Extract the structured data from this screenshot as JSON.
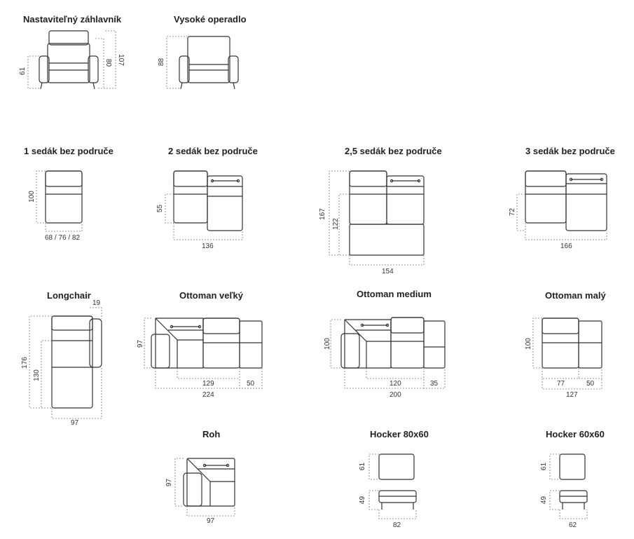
{
  "titles": {
    "t1": "Nastaviteľný záhlavník",
    "t2": "Vysoké operadlo",
    "t3": "1 sedák bez područe",
    "t4": "2 sedák bez područe",
    "t5": "2,5 sedák bez područe",
    "t6": "3 sedák bez područe",
    "t7": "Longchair",
    "t8": "Ottoman veľký",
    "t9": "Ottoman medium",
    "t10": "Ottoman malý",
    "t11": "Roh",
    "t12": "Hocker 80x60",
    "t13": "Hocker 60x60"
  },
  "dims": {
    "nz_107": "107",
    "nz_80": "80",
    "nz_61": "61",
    "vo_88": "88",
    "s1_100": "100",
    "s1_w": "68 / 76 / 82",
    "s2_55": "55",
    "s2_136": "136",
    "s25_167": "167",
    "s25_122": "122",
    "s25_154": "154",
    "s3_72": "72",
    "s3_166": "166",
    "lc_19": "19",
    "lc_176": "176",
    "lc_130": "130",
    "lc_97": "97",
    "ov_97": "97",
    "ov_129": "129",
    "ov_50": "50",
    "ov_224": "224",
    "om_100": "100",
    "om_120": "120",
    "om_35": "35",
    "om_200": "200",
    "oma_100": "100",
    "oma_77": "77",
    "oma_50": "50",
    "oma_127": "127",
    "roh_97h": "97",
    "roh_97w": "97",
    "h80_61": "61",
    "h80_49": "49",
    "h80_82": "82",
    "h60_61": "61",
    "h60_49": "49",
    "h60_62": "62"
  }
}
